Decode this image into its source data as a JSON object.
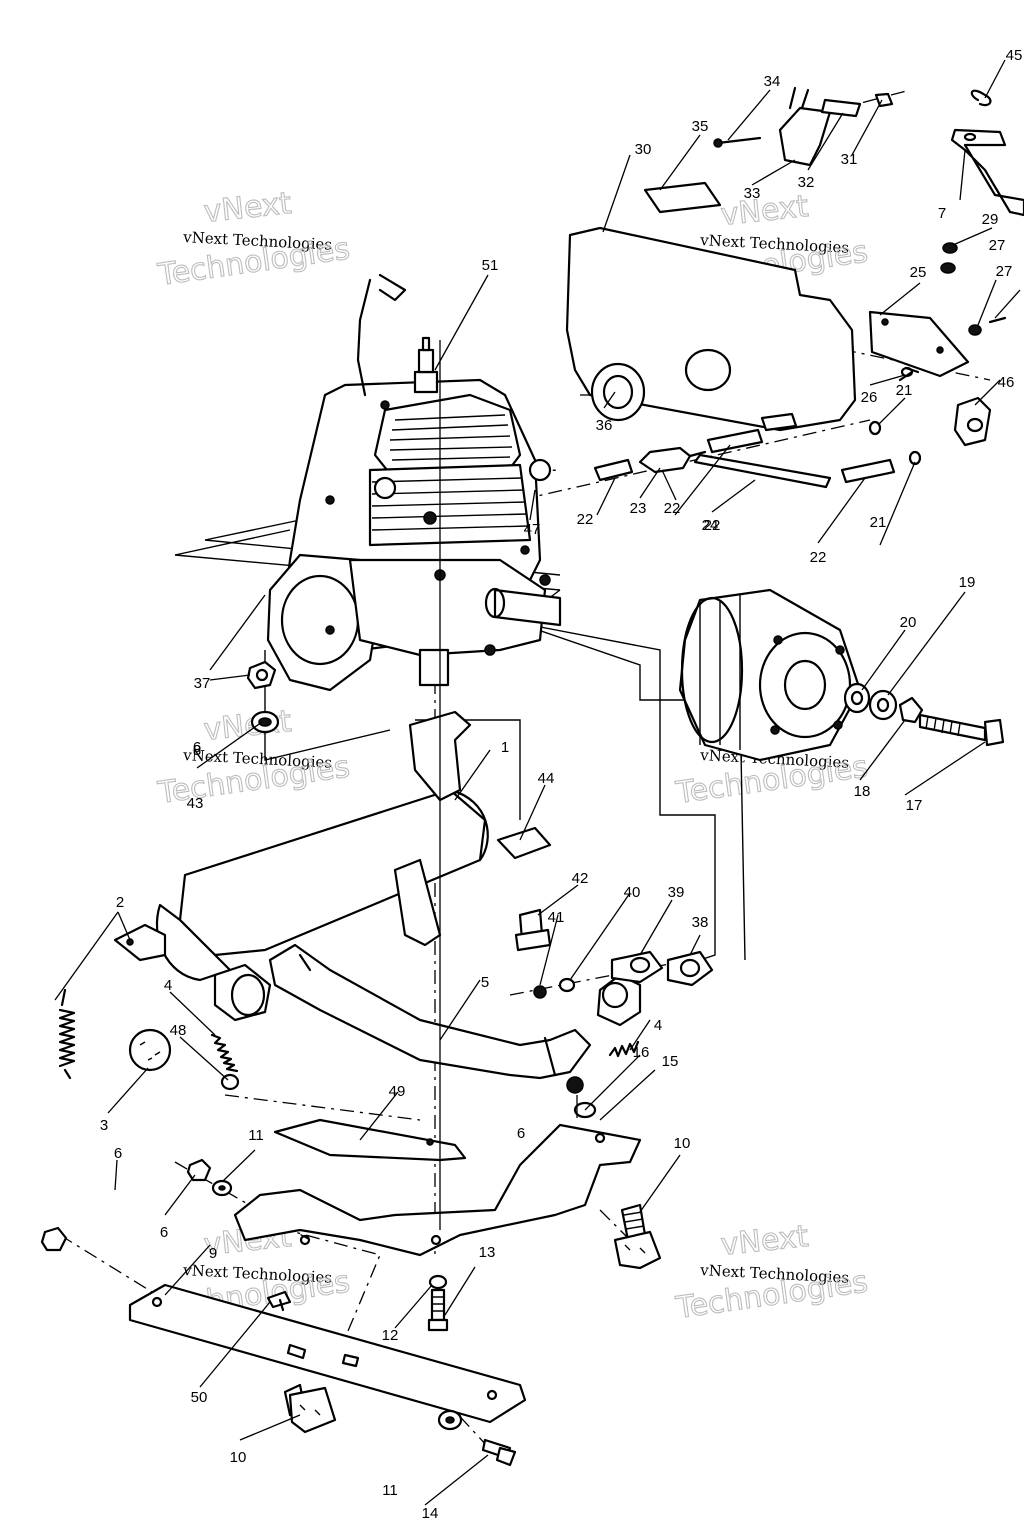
{
  "watermark": {
    "line1": "vNext Technologies",
    "line2": "Technologies",
    "tag": "vNext"
  },
  "callouts": [
    "1",
    "2",
    "3",
    "4",
    "4",
    "5",
    "6",
    "6",
    "6",
    "6",
    "7",
    "8",
    "9",
    "10",
    "10",
    "11",
    "11",
    "12",
    "13",
    "14",
    "15",
    "16",
    "17",
    "18",
    "19",
    "20",
    "21",
    "21",
    "22",
    "22",
    "22",
    "22",
    "23",
    "24",
    "25",
    "26",
    "27",
    "27",
    "29",
    "30",
    "31",
    "32",
    "33",
    "34",
    "35",
    "36",
    "37",
    "38",
    "39",
    "40",
    "41",
    "42",
    "43",
    "44",
    "45",
    "46",
    "47",
    "48",
    "49",
    "50",
    "51"
  ],
  "colors": {
    "line": "#000000",
    "background": "#ffffff",
    "watermark": "#bdbdbd"
  }
}
